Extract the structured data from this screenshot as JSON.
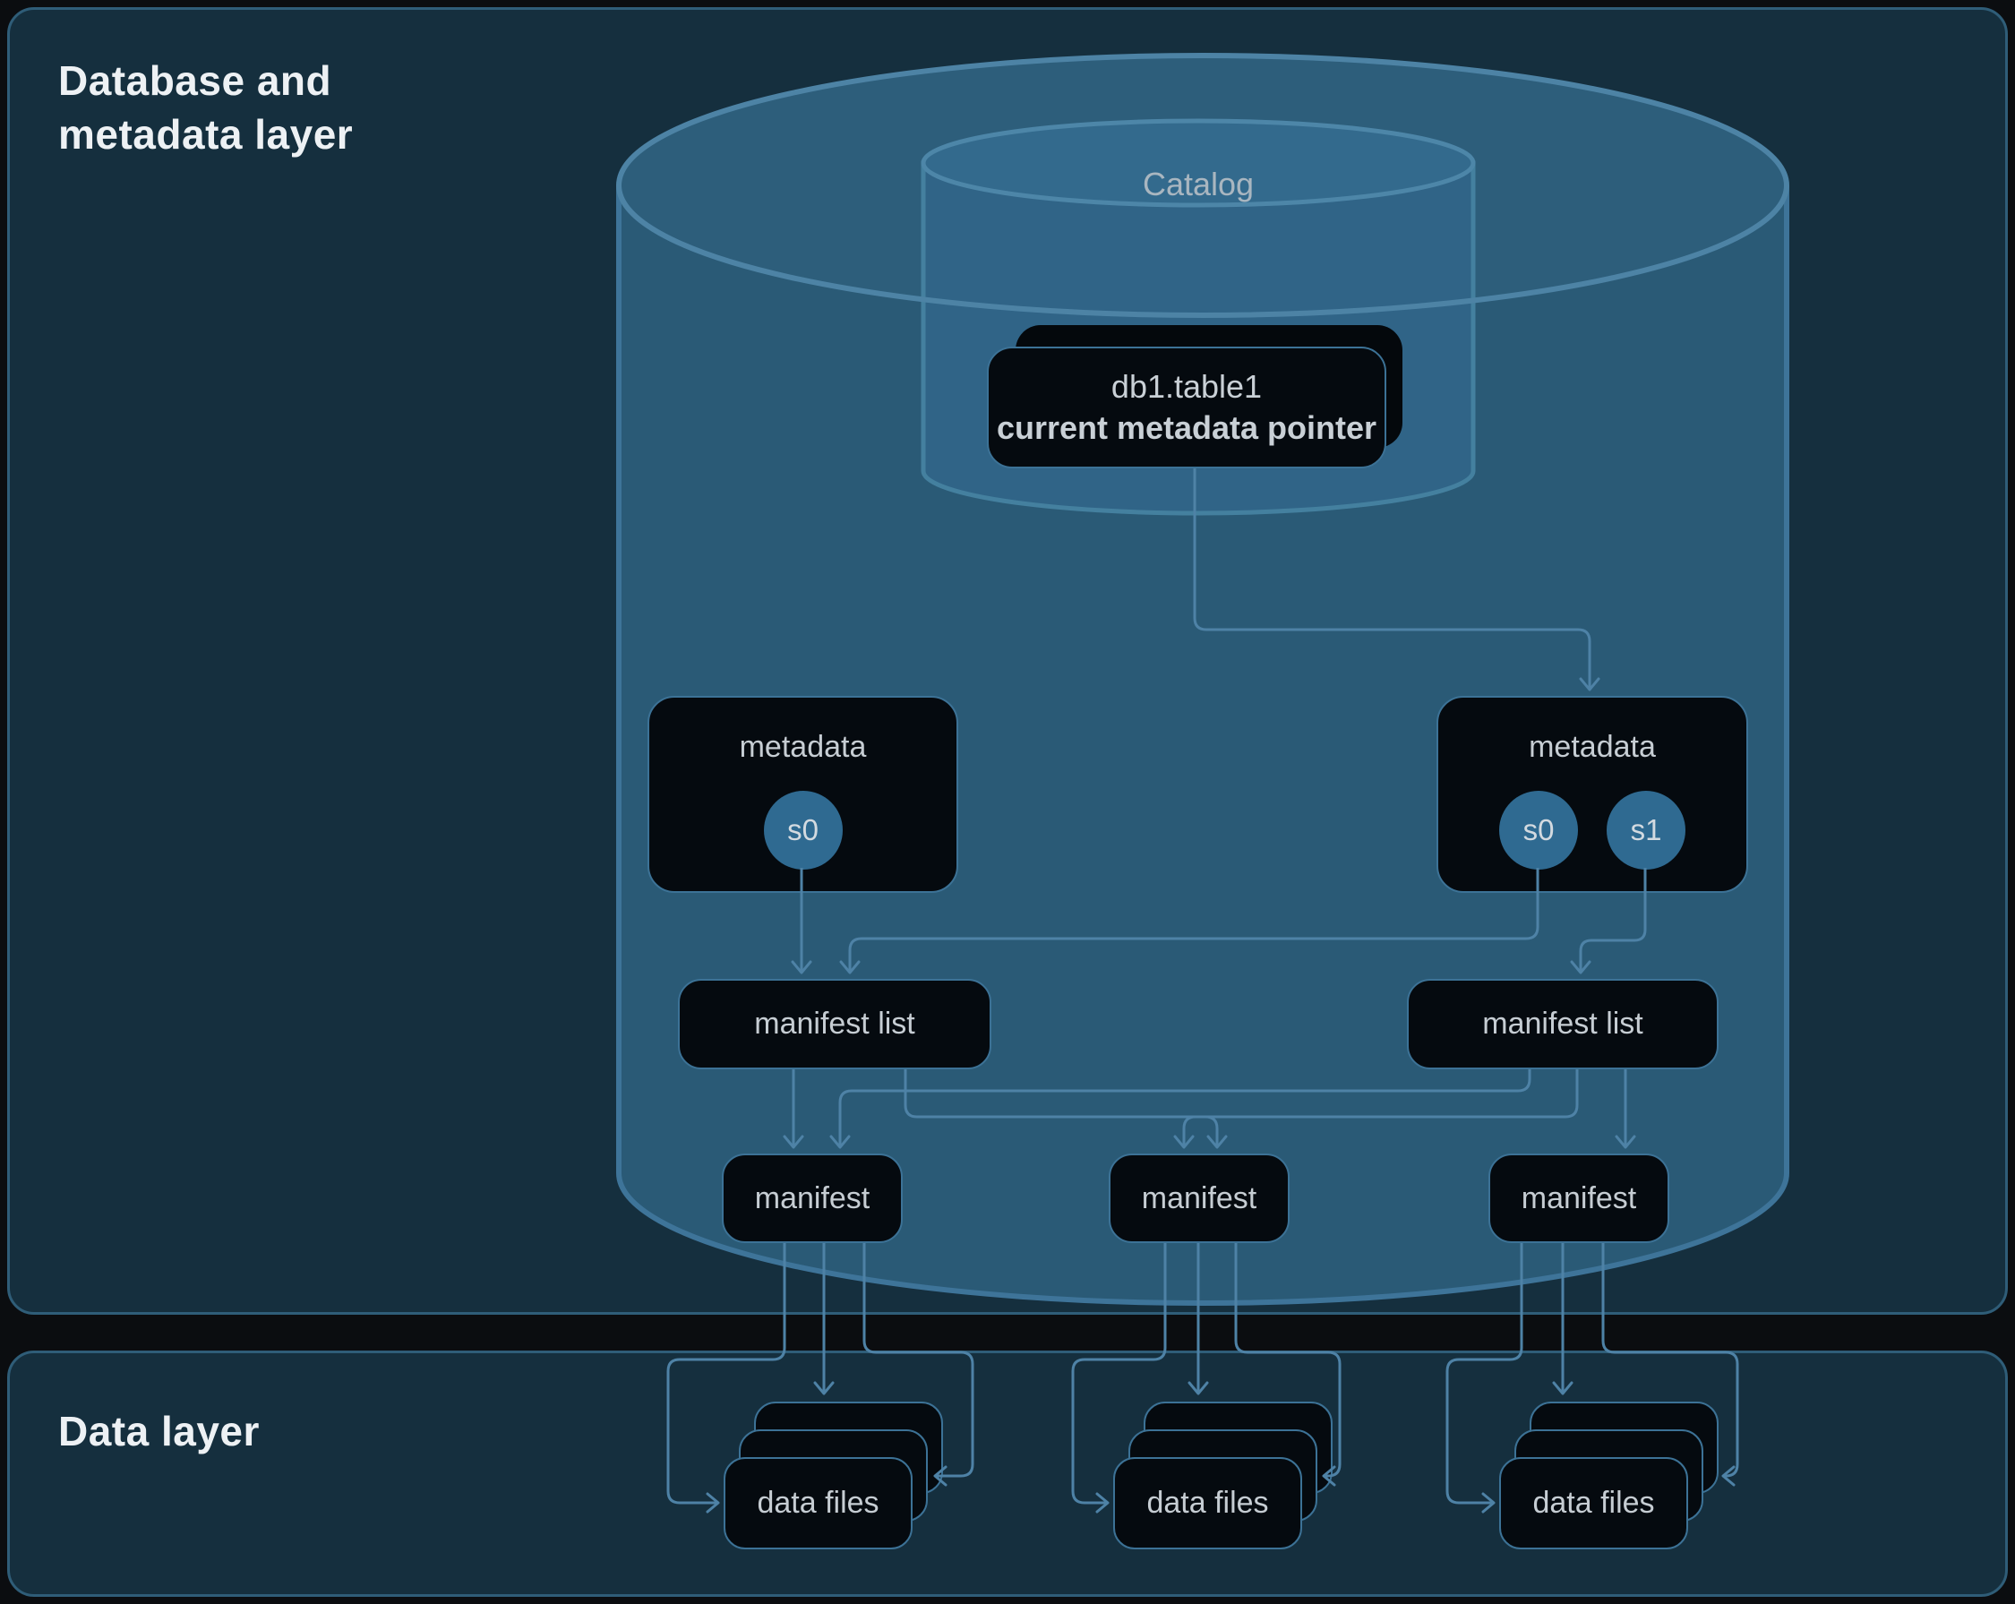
{
  "layers": {
    "metadata": {
      "title": "Database and\nmetadata layer"
    },
    "data": {
      "title": "Data layer"
    }
  },
  "catalog": {
    "label": "Catalog",
    "pointer": {
      "table": "db1.table1",
      "label": "current metadata pointer"
    }
  },
  "nodes": {
    "metadata_left": {
      "label": "metadata",
      "snapshots": [
        "s0"
      ]
    },
    "metadata_right": {
      "label": "metadata",
      "snapshots": [
        "s0",
        "s1"
      ]
    },
    "manifest_list_left": {
      "label": "manifest list"
    },
    "manifest_list_right": {
      "label": "manifest list"
    },
    "manifest_left": {
      "label": "manifest"
    },
    "manifest_middle": {
      "label": "manifest"
    },
    "manifest_right": {
      "label": "manifest"
    },
    "data_files_left": {
      "label": "data files"
    },
    "data_files_middle": {
      "label": "data files"
    },
    "data_files_right": {
      "label": "data files"
    }
  },
  "edges": [
    {
      "from": "current-metadata-pointer",
      "to": "metadata-right"
    },
    {
      "from": "metadata-left.s0",
      "to": "manifest-list-left"
    },
    {
      "from": "metadata-right.s0",
      "to": "manifest-list-left"
    },
    {
      "from": "metadata-right.s1",
      "to": "manifest-list-right"
    },
    {
      "from": "manifest-list-left",
      "to": "manifest-left"
    },
    {
      "from": "manifest-list-left",
      "to": "manifest-middle"
    },
    {
      "from": "manifest-list-right",
      "to": "manifest-left"
    },
    {
      "from": "manifest-list-right",
      "to": "manifest-middle"
    },
    {
      "from": "manifest-list-right",
      "to": "manifest-right"
    },
    {
      "from": "manifest-left",
      "to": "data-files-left",
      "lines": 3
    },
    {
      "from": "manifest-middle",
      "to": "data-files-middle",
      "lines": 3
    },
    {
      "from": "manifest-right",
      "to": "data-files-right",
      "lines": 3
    }
  ],
  "colors": {
    "page_background": "#0b0d10",
    "panel_background": "#152f3e",
    "panel_border": "#2f5d78",
    "cylinder_body_fill": "#2a5a76",
    "cylinder_top_fill": "#2d5e7b",
    "cylinder_inner_fill": "#306487",
    "cylinder_stroke": "#4d83a5",
    "node_fill": "#050a0f",
    "node_border": "#3c7296",
    "connector": "#4e82a6",
    "snapshot_fill": "#2f6a91",
    "title_text": "#edf1f4",
    "node_text": "#c6cdd3",
    "catalog_text": "#a9b6c0"
  }
}
